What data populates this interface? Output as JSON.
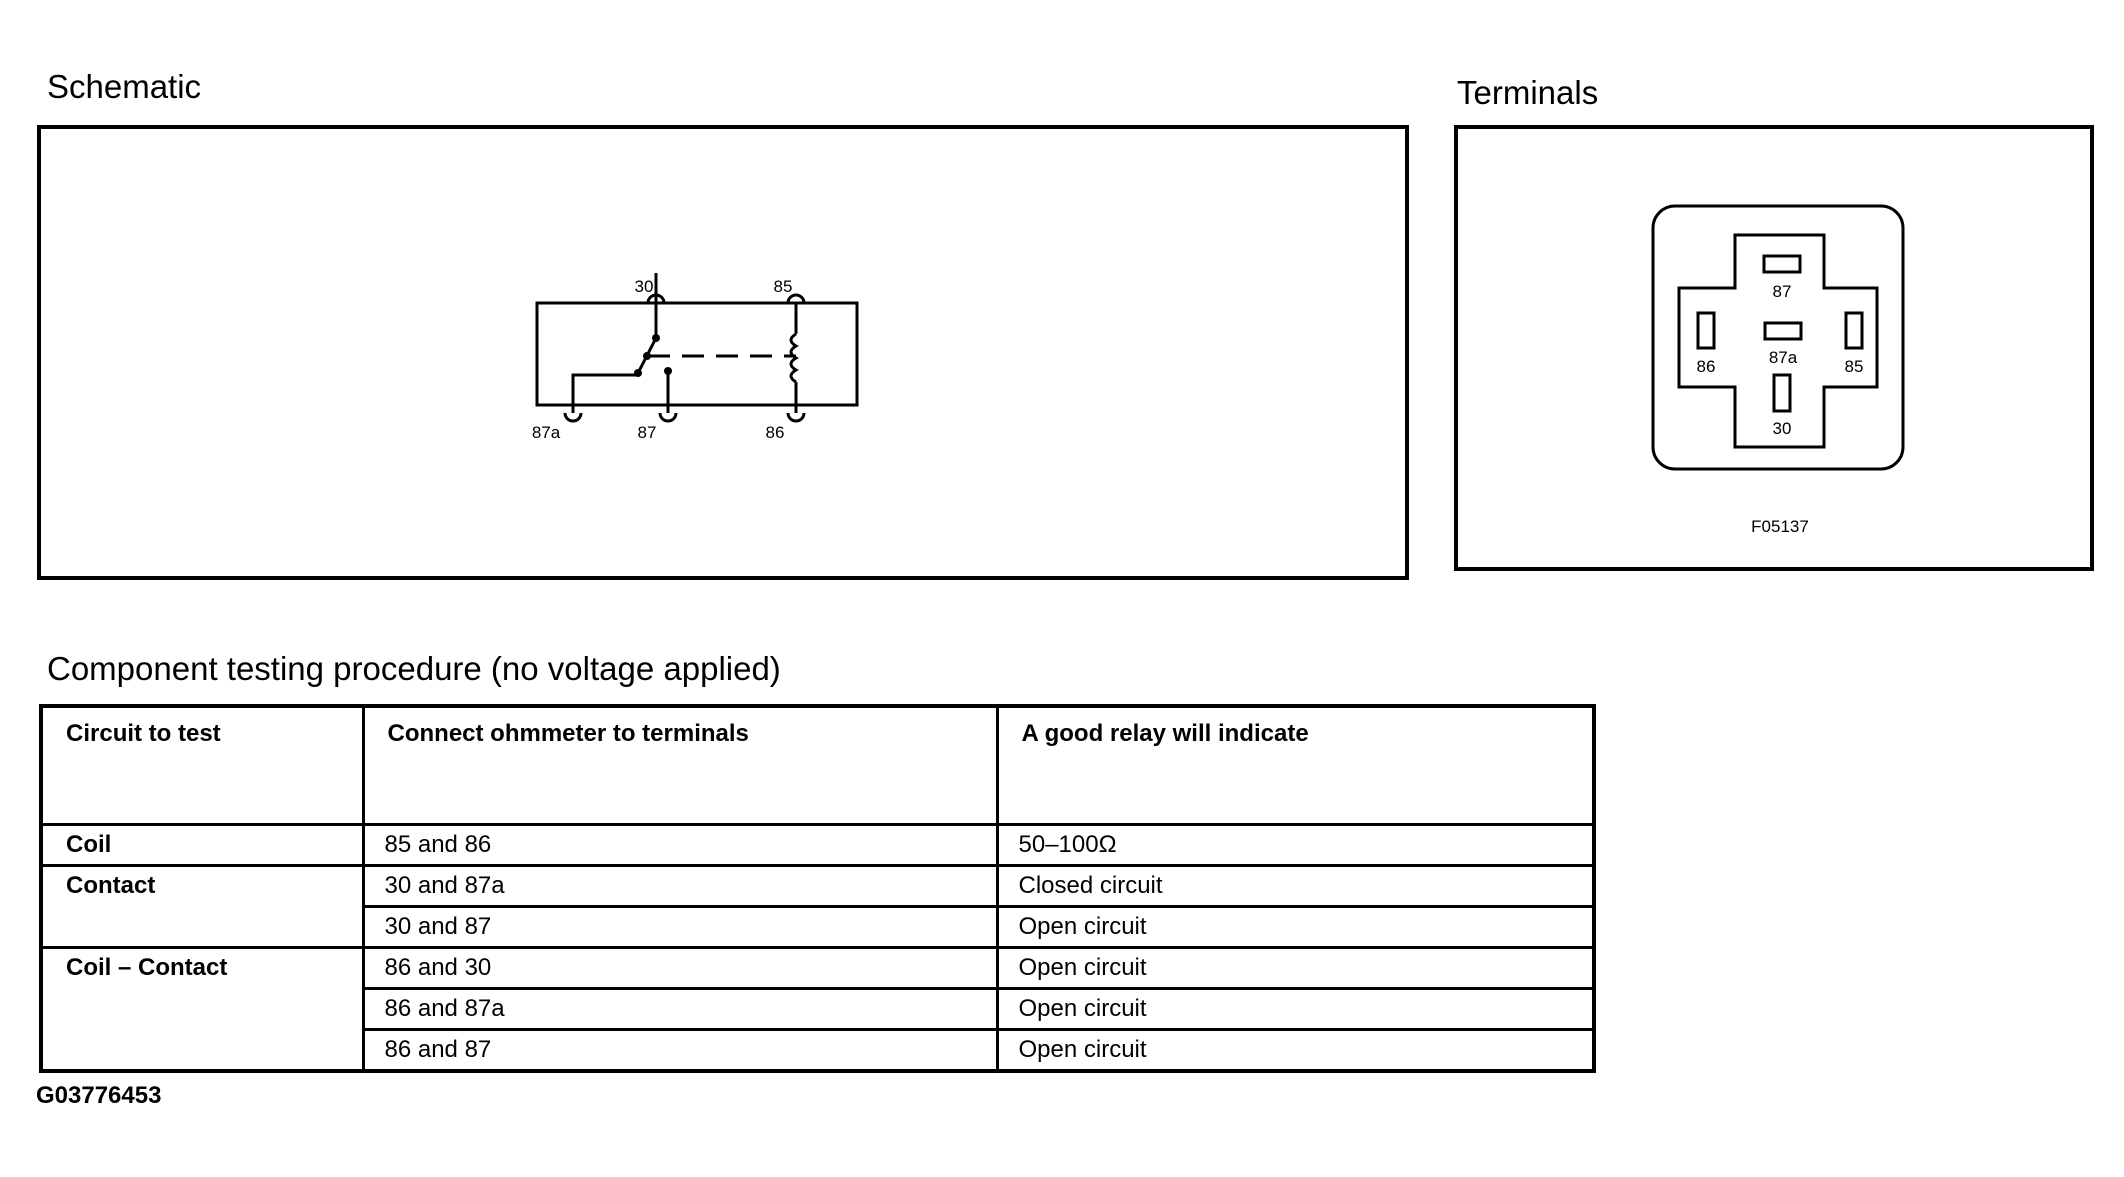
{
  "schematic": {
    "title": "Schematic",
    "terminals": {
      "t30": "30",
      "t85": "85",
      "t87a": "87a",
      "t87": "87",
      "t86": "86"
    }
  },
  "terminals_view": {
    "title": "Terminals",
    "pins": {
      "p87": "87",
      "p87a": "87a",
      "p86": "86",
      "p85": "85",
      "p30": "30"
    },
    "figure_code": "F05137"
  },
  "procedure": {
    "title": "Component testing procedure (no voltage applied)",
    "headers": [
      "Circuit to test",
      "Connect ohmmeter to terminals",
      "A good relay will indicate"
    ],
    "rows": [
      {
        "circuit": "Coil",
        "terminals": "85 and 86",
        "result": "50–100Ω"
      },
      {
        "circuit": "Contact",
        "terminals": "30 and 87a",
        "result": "Closed circuit"
      },
      {
        "circuit": "",
        "terminals": "30 and 87",
        "result": "Open circuit"
      },
      {
        "circuit": "Coil – Contact",
        "terminals": "86 and 30",
        "result": "Open circuit"
      },
      {
        "circuit": "",
        "terminals": "86 and 87a",
        "result": "Open circuit"
      },
      {
        "circuit": "",
        "terminals": "86 and 87",
        "result": "Open circuit"
      }
    ]
  },
  "figure_id": "G03776453"
}
